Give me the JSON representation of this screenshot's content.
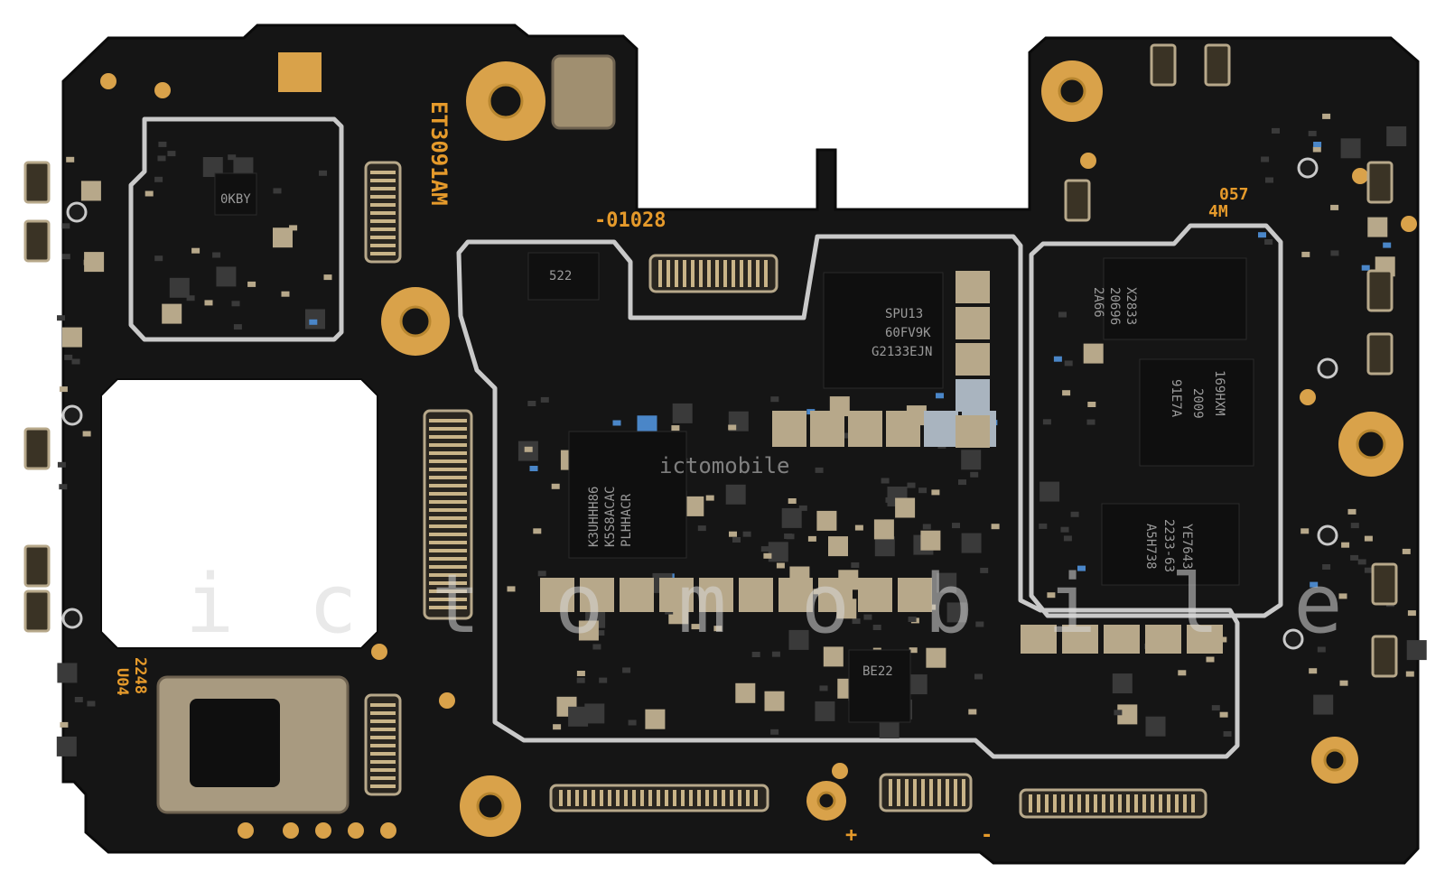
{
  "colors": {
    "board": "#151515",
    "board_edge": "#0b0b0b",
    "gold": "#d9a24a",
    "silk": "#e59a2b",
    "shield": "#c9c9c9",
    "component": "#b7a88a",
    "chip": "#0f0f0f",
    "blue_component": "#4a86c8"
  },
  "silkscreen": {
    "board_code": "ET3091AM",
    "part_no": "-01028",
    "corner_code_1": "057",
    "corner_code_2": "4M",
    "rev_1": "2248",
    "rev_2": "U04",
    "plus": "+",
    "minus": "-"
  },
  "chip_markings": {
    "main_ic_line1": "K3UHHH86",
    "main_ic_line2": "K5S8ACAC",
    "main_ic_line3": "PLHHACR",
    "pmic_line1": "SPU13",
    "pmic_line2": "60FV9K",
    "pmic_line3": "G2133EJN",
    "mem_a_line1": "X2833",
    "mem_a_line2": "20696",
    "mem_a_line3": "2A66",
    "mem_b_line1": "169HXM",
    "mem_b_line2": "2009",
    "mem_b_line3": "91E7A",
    "mem_c_line1": "YE7643",
    "mem_c_line2": "2233-63",
    "mem_c_line3": "A5H738",
    "small_ic_1": "522",
    "small_ic_2": "0KBY",
    "small_ic_3": "BE22"
  },
  "watermark": {
    "center": "ictomobile",
    "band": "i c t o m o b i l e"
  },
  "icons": {
    "connector": "board-to-board-connector-icon",
    "mounting_hole": "mounting-hole-icon",
    "rf_connector": "rf-coax-connector-icon"
  }
}
